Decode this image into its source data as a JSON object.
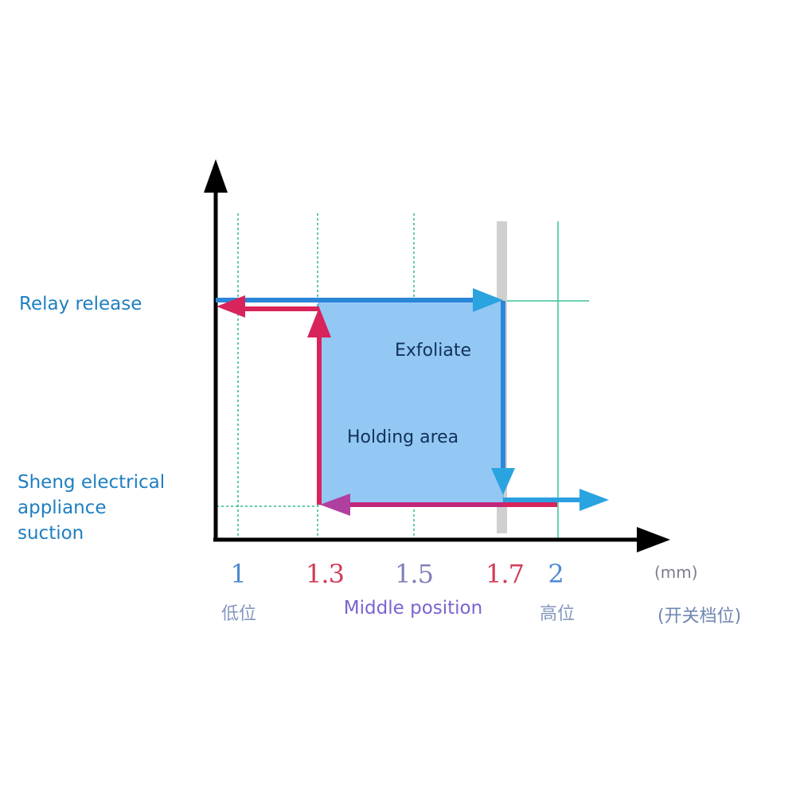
{
  "labels": {
    "relay_release": "Relay release",
    "suction": "Sheng electrical appliance suction",
    "exfoliate": "Exfoliate",
    "holding_area": "Holding area",
    "middle_position": "Middle position"
  },
  "x_axis": {
    "ticks": [
      "1",
      "1.3",
      "1.5",
      "1.7",
      "2"
    ],
    "low_label": "低位",
    "high_label": "高位",
    "unit": "(mm)",
    "axis_name": "(开关档位)"
  },
  "colors": {
    "release_path": "#2a86d8",
    "suction_path": "#d8245a",
    "holding_fill": "#93c8f4",
    "grid": "#2fb88a",
    "axis": "#000000"
  }
}
